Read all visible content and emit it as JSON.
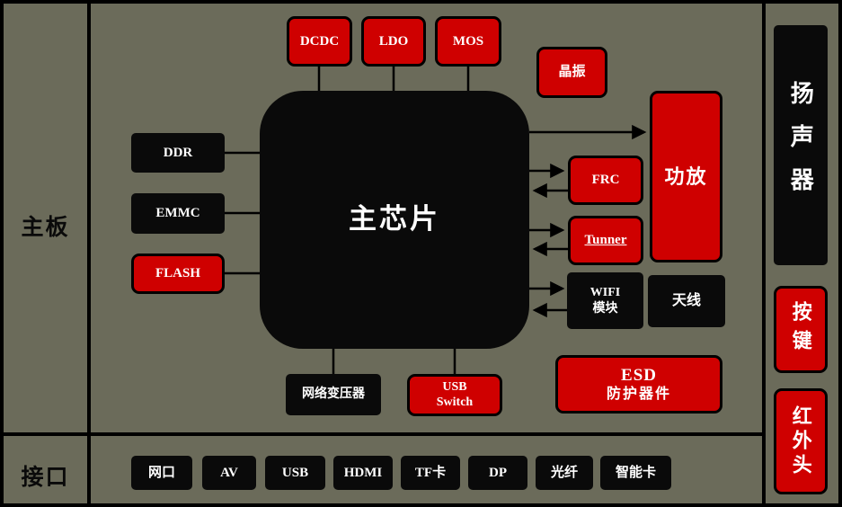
{
  "sections": {
    "board": "主板",
    "interface": "接口"
  },
  "blocks": {
    "dcdc": "DCDC",
    "ldo": "LDO",
    "mos": "MOS",
    "crystal": "晶振",
    "main_chip": "主芯片",
    "ddr": "DDR",
    "emmc": "EMMC",
    "flash": "FLASH",
    "frc": "FRC",
    "tuner": "Tunner",
    "wifi": {
      "line1": "WIFI",
      "line2": "模块"
    },
    "amplifier": "功放",
    "antenna": "天线",
    "network_transformer": "网络变压器",
    "usb_switch": {
      "line1": "USB",
      "line2": "Switch"
    },
    "esd": {
      "line1": "ESD",
      "line2": "防护器件"
    }
  },
  "peripherals": {
    "speaker": "扬声器",
    "keys": "按键",
    "ir_receiver": "红外头"
  },
  "interfaces": [
    "网口",
    "AV",
    "USB",
    "HDMI",
    "TF卡",
    "DP",
    "光纤",
    "智能卡"
  ],
  "colors": {
    "background": "#6b6b5a",
    "block_red": "#cf0000",
    "block_black": "#0a0a0a",
    "line": "#000000",
    "text_light": "#ffffff",
    "text_dark": "#0a0a0a"
  },
  "connections": [
    {
      "from": "DCDC",
      "to": "主芯片",
      "style": "plain"
    },
    {
      "from": "LDO",
      "to": "主芯片",
      "style": "plain"
    },
    {
      "from": "MOS",
      "to": "主芯片",
      "style": "plain"
    },
    {
      "from": "DDR",
      "to": "主芯片",
      "style": "plain"
    },
    {
      "from": "EMMC",
      "to": "主芯片",
      "style": "plain"
    },
    {
      "from": "FLASH",
      "to": "主芯片",
      "style": "plain"
    },
    {
      "from": "主芯片",
      "to": "功放",
      "style": "arrow"
    },
    {
      "from": "主芯片",
      "to": "FRC",
      "style": "double-arrow"
    },
    {
      "from": "主芯片",
      "to": "Tunner",
      "style": "double-arrow"
    },
    {
      "from": "主芯片",
      "to": "WIFI模块",
      "style": "double-arrow"
    },
    {
      "from": "网络变压器",
      "to": "主芯片",
      "style": "plain"
    },
    {
      "from": "USB Switch",
      "to": "主芯片",
      "style": "plain"
    },
    {
      "from": "WIFI模块",
      "to": "天线",
      "style": "adjacent"
    }
  ]
}
